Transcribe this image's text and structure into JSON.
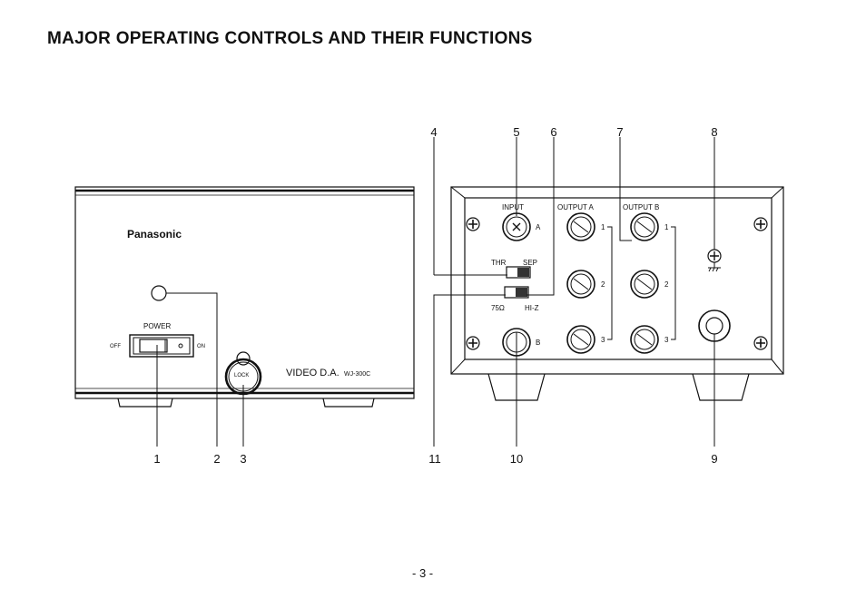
{
  "page": {
    "title": "MAJOR OPERATING CONTROLS AND THEIR FUNCTIONS",
    "page_number": "- 3 -"
  },
  "front_panel": {
    "brand": "Panasonic",
    "power_label": "POWER",
    "off_label": "OFF",
    "on_label": "ON",
    "lock_label": "LOCK",
    "model_label": "VIDEO D.A.",
    "model_number": "WJ-300C"
  },
  "rear_panel": {
    "input_label": "INPUT",
    "output_a_label": "OUTPUT A",
    "output_b_label": "OUTPUT B",
    "switch1_left": "THR",
    "switch1_right": "SEP",
    "switch2_left": "75Ω",
    "switch2_right": "HI-Z",
    "input_a_mark": "A",
    "input_b_mark": "B",
    "outa_marks": [
      "1",
      "2",
      "3"
    ],
    "outb_marks": [
      "1",
      "2",
      "3"
    ]
  },
  "callouts": {
    "c1": "1",
    "c2": "2",
    "c3": "3",
    "c4": "4",
    "c5": "5",
    "c6": "6",
    "c7": "7",
    "c8": "8",
    "c9": "9",
    "c10": "10",
    "c11": "11"
  }
}
